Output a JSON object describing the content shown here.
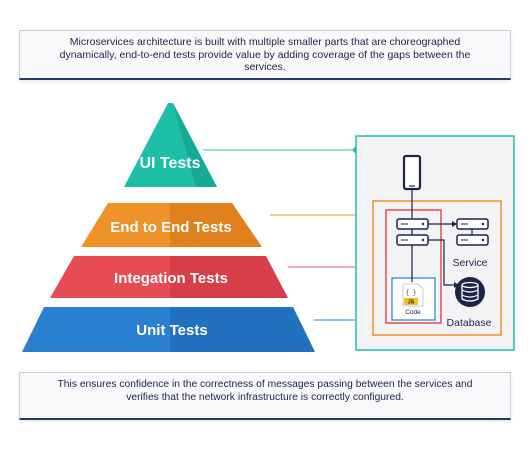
{
  "top_caption": {
    "lines": [
      "Microservices architecture is built with multiple smaller parts that are choreographed",
      "dynamically, end-to-end tests provide value by adding coverage  of the gaps between the",
      "services."
    ]
  },
  "pyramid": {
    "levels": [
      {
        "label": "UI Tests",
        "color": "#1dbfa8"
      },
      {
        "label": "End to End Tests",
        "color": "#f0922a"
      },
      {
        "label": "Integation Tests",
        "color": "#e74c55"
      },
      {
        "label": "Unit Tests",
        "color": "#2a7fd0"
      }
    ]
  },
  "architecture": {
    "service_label": "Service",
    "database_label": "Database",
    "code_label": "Code",
    "code_braces": "{ }",
    "code_lang": "JS"
  },
  "bottom_caption": {
    "lines": [
      "This ensures confidence in the correctness of messages passing between the services and",
      "verifies that the network infrastructure is correctly configured."
    ]
  }
}
